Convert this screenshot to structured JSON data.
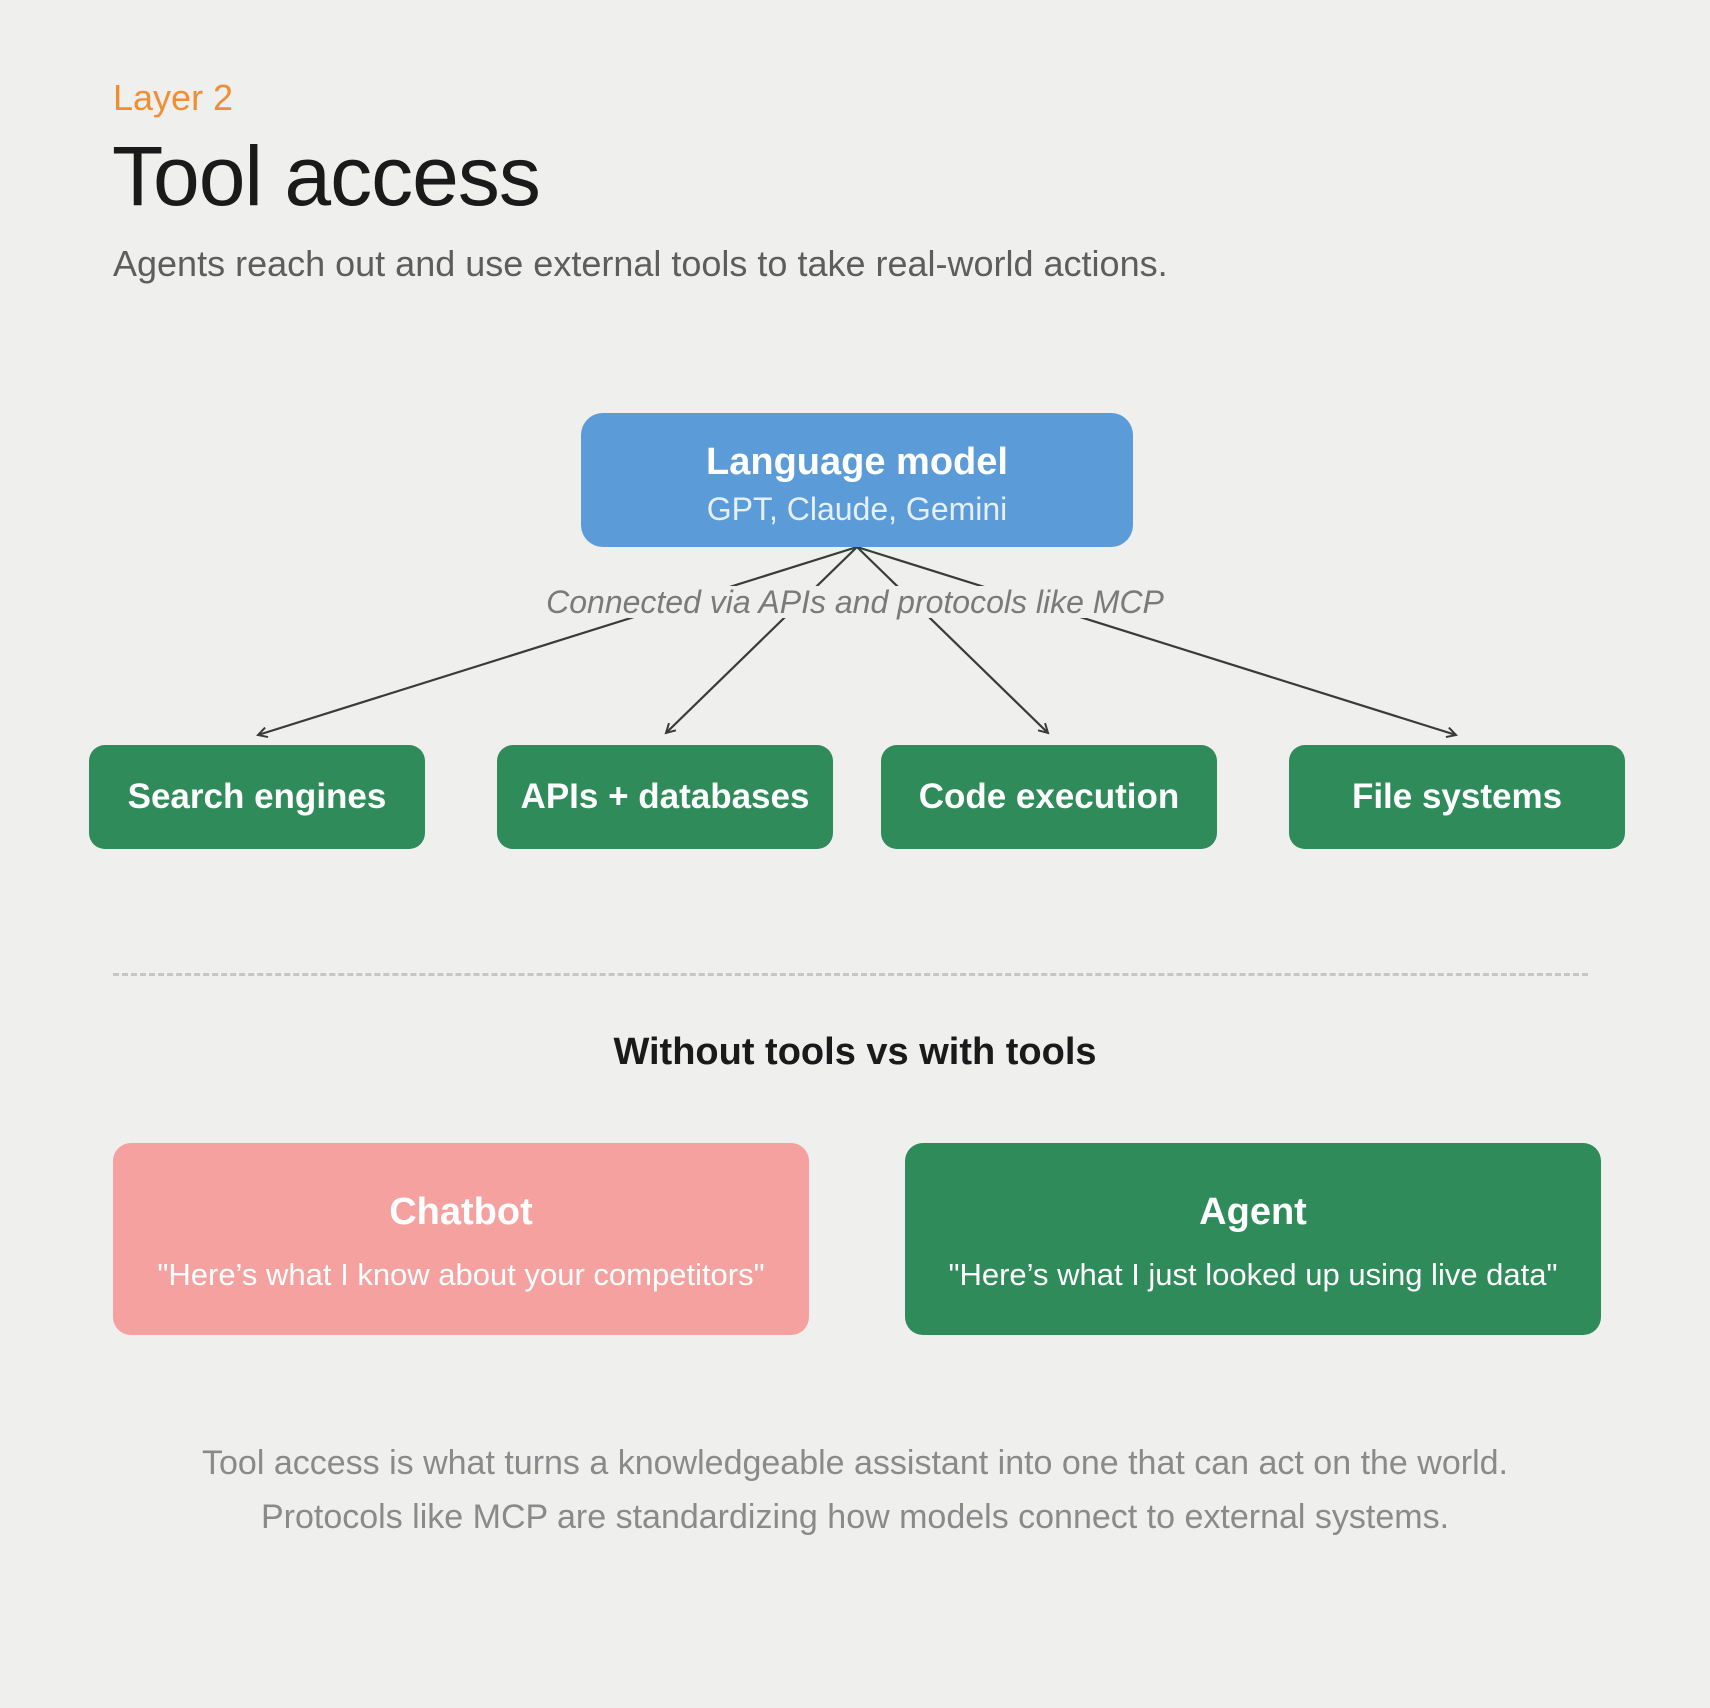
{
  "header": {
    "eyebrow": "Layer 2",
    "title": "Tool access",
    "subtitle": "Agents reach out and use external tools to take real-world actions."
  },
  "diagram": {
    "model": {
      "name": "Language model",
      "examples": "GPT, Claude, Gemini"
    },
    "connection_label": "Connected via APIs and protocols like MCP",
    "tools": [
      {
        "label": "Search engines"
      },
      {
        "label": "APIs + databases"
      },
      {
        "label": "Code execution"
      },
      {
        "label": "File systems"
      }
    ]
  },
  "comparison": {
    "title": "Without tools vs with tools",
    "chatbot": {
      "name": "Chatbot",
      "quote": "\"Here’s what I know about your competitors\""
    },
    "agent": {
      "name": "Agent",
      "quote": "\"Here’s what I just looked up using live data\""
    }
  },
  "footer": {
    "line1": "Tool access is what turns a knowledgeable assistant into one that can act on the world.",
    "line2": "Protocols like MCP are standardizing how models connect to external systems."
  },
  "colors": {
    "background": "#efefed",
    "accent": "#ef8f35",
    "model_box": "#5b9bd8",
    "tool_box": "#2f8b59",
    "chatbot_box": "#f4a1a0",
    "agent_box": "#2f8b59"
  }
}
